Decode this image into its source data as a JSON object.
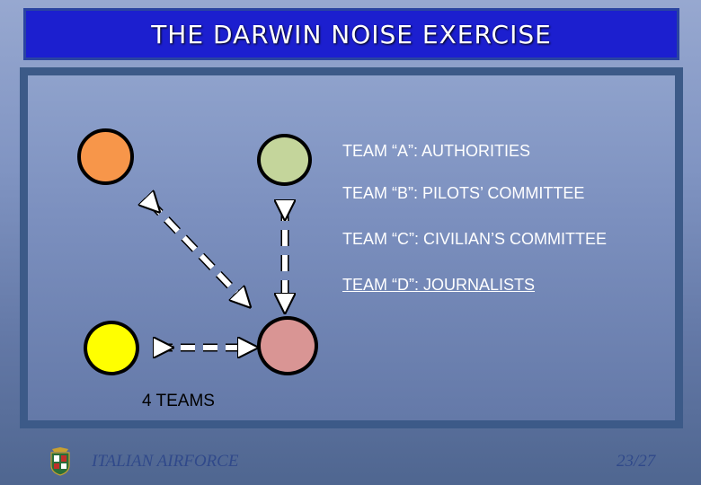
{
  "slide": {
    "title": "THE DARWIN NOISE EXERCISE",
    "teams": [
      {
        "label": "TEAM “A”: AUTHORITIES",
        "color": "#f7964a"
      },
      {
        "label": "TEAM “B”: PILOTS’ COMMITTEE",
        "color": "#c4d59b"
      },
      {
        "label": "TEAM “C”: CIVILIAN’S COMMITTEE",
        "color": "#ffff00"
      },
      {
        "label": "TEAM “D”: JOURNALISTS",
        "color": "#d99594"
      }
    ],
    "teams_count_label": "4 TEAMS"
  },
  "footer": {
    "organization": "ITALIAN AIRFORCE",
    "page_number": "23/27",
    "emblem_icon": "air-force-crest-icon"
  }
}
